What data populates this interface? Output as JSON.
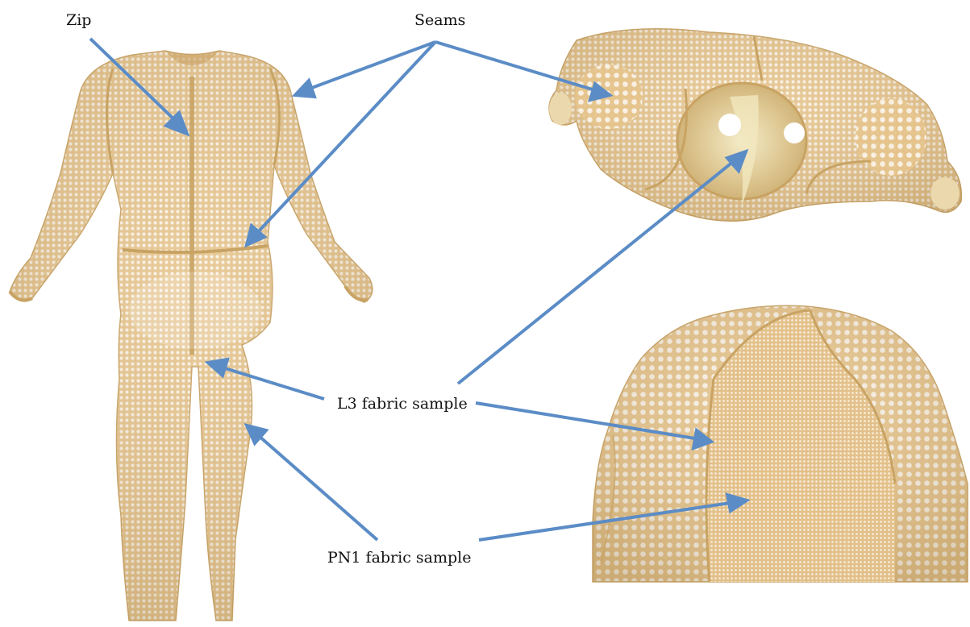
{
  "labels": {
    "zip": "Zip",
    "seams": "Seams",
    "l3": "L3 fabric sample",
    "pn1": "PN1 fabric sample"
  },
  "colors": {
    "fabric": "#E6C48C",
    "fabric_dark": "#C9A468",
    "seam": "#C8A363",
    "arrow": "#5B8CC6",
    "background": "#FFFFFF"
  }
}
